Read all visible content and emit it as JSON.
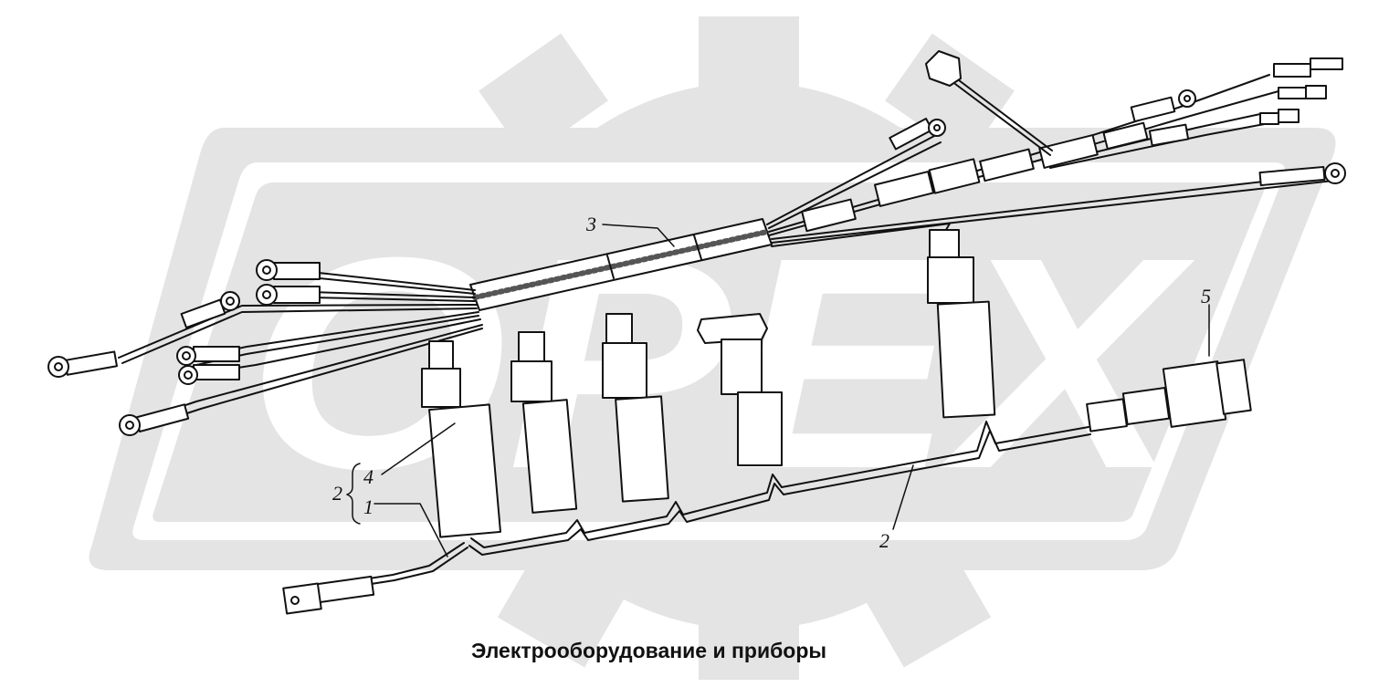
{
  "caption": "Электрооборудование и приборы",
  "watermark": {
    "text": "ОРЕХ",
    "color": "#e4e4e4"
  },
  "callouts": {
    "c3": "3",
    "c5": "5",
    "c2_right": "2",
    "c2_left": "2",
    "c4": "4",
    "c1": "1"
  },
  "colors": {
    "line": "#111111",
    "watermark": "#e4e4e4",
    "background": "#ffffff"
  }
}
